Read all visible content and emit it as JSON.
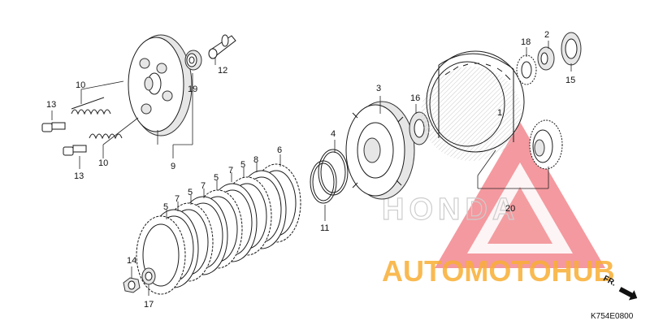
{
  "diagram": {
    "code": "K754E0800",
    "watermark_brand": "AUTOMOTOHUB",
    "watermark_text": "HONDA",
    "direction_marker": "FR.",
    "part_labels": [
      {
        "id": "p1",
        "text": "1"
      },
      {
        "id": "p2",
        "text": "2"
      },
      {
        "id": "p3",
        "text": "3"
      },
      {
        "id": "p4",
        "text": "4"
      },
      {
        "id": "p5a",
        "text": "5"
      },
      {
        "id": "p5b",
        "text": "5"
      },
      {
        "id": "p5c",
        "text": "5"
      },
      {
        "id": "p5d",
        "text": "5"
      },
      {
        "id": "p6",
        "text": "6"
      },
      {
        "id": "p7a",
        "text": "7"
      },
      {
        "id": "p7b",
        "text": "7"
      },
      {
        "id": "p7c",
        "text": "7"
      },
      {
        "id": "p8",
        "text": "8"
      },
      {
        "id": "p9",
        "text": "9"
      },
      {
        "id": "p10a",
        "text": "10"
      },
      {
        "id": "p10b",
        "text": "10"
      },
      {
        "id": "p11",
        "text": "11"
      },
      {
        "id": "p12",
        "text": "12"
      },
      {
        "id": "p13a",
        "text": "13"
      },
      {
        "id": "p13b",
        "text": "13"
      },
      {
        "id": "p14",
        "text": "14"
      },
      {
        "id": "p15",
        "text": "15"
      },
      {
        "id": "p16",
        "text": "16"
      },
      {
        "id": "p17",
        "text": "17"
      },
      {
        "id": "p18",
        "text": "18"
      },
      {
        "id": "p19",
        "text": "19"
      },
      {
        "id": "p20",
        "text": "20"
      }
    ],
    "colors": {
      "watermark_red": "#e8323c",
      "watermark_orange": "#f7a51e",
      "watermark_grey": "#7d7d7d",
      "ink": "#1a1a1a"
    }
  }
}
